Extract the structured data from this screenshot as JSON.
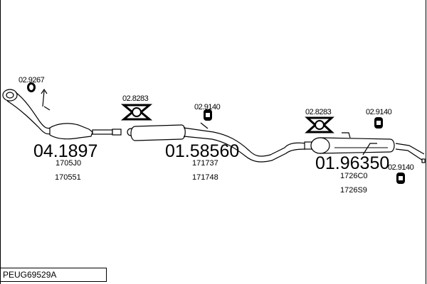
{
  "diagram_code": "PEUG69529A",
  "parts": [
    {
      "number": "04.1897",
      "refs": [
        "1705J0",
        "170551"
      ]
    },
    {
      "number": "01.58560",
      "refs": [
        "171737",
        "171748"
      ]
    },
    {
      "number": "01.96350",
      "refs": [
        "1726C0",
        "1726S9"
      ]
    }
  ],
  "accessories": [
    "02.9267",
    "02.8283",
    "02.9140",
    "02.8283",
    "02.9140",
    "02.9140"
  ]
}
